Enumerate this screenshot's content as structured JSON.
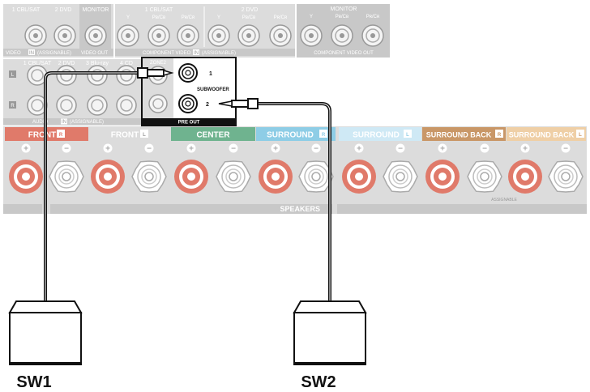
{
  "video_in": {
    "labels": [
      "1 CBL/SAT",
      "2 DVD"
    ],
    "monitor_label": "MONITOR",
    "footer_in": "VIDEO",
    "in_badge": "IN",
    "assignable": "(ASSIGNABLE)",
    "footer_out": "VIDEO OUT"
  },
  "component_in": {
    "groups": [
      "1 CBL/SAT",
      "2 DVD"
    ],
    "channels": [
      "Y",
      "Pʙ/Cʙ",
      "Pʀ/Cʀ"
    ],
    "footer": "COMPONENT VIDEO",
    "in_badge": "IN",
    "assignable": "(ASSIGNABLE)"
  },
  "component_monitor": {
    "title": "MONITOR",
    "channels": [
      "Y",
      "Pʙ/Cʙ",
      "Pʀ/Cʀ"
    ],
    "footer": "COMPONENT VIDEO OUT"
  },
  "audio_in": {
    "labels": [
      "1 CBL/SAT",
      "2 DVD",
      "3 Blu-ray",
      "4 CD"
    ],
    "left_badge": "L",
    "right_badge": "R",
    "footer": "AUDIO",
    "in_badge": "IN",
    "assignable": "(ASSIGNABLE)"
  },
  "pre_out": {
    "zone_label": "ZONE2",
    "sub1": "1",
    "sub2": "2",
    "subwoofer": "SUBWOOFER",
    "footer": "PRE OUT"
  },
  "speakers": {
    "channels": [
      {
        "label": "FRONT",
        "badge": "R",
        "color": "#e07a6a"
      },
      {
        "label": "FRONT",
        "badge": "L",
        "color": "#ffffff"
      },
      {
        "label": "CENTER",
        "badge": "",
        "color": "#6fb38f"
      },
      {
        "label": "SURROUND",
        "badge": "R",
        "color": "#8ecde6"
      },
      {
        "label": "SURROUND",
        "badge": "L",
        "color": "#cfe9f5"
      },
      {
        "label": "SURROUND BACK",
        "badge": "R",
        "color": "#c99767"
      },
      {
        "label": "SURROUND BACK",
        "badge": "L",
        "color": "#efcfa6"
      }
    ],
    "footer": "SPEAKERS",
    "assignable": "ASSIGNABLE",
    "plus": "+",
    "minus": "−"
  },
  "subwoofers": [
    {
      "label": "SW1"
    },
    {
      "label": "SW2"
    }
  ],
  "colors": {
    "panel": "#dcdcdc",
    "panel_dark": "#c8c8c8",
    "jack_red": "#e07a6a",
    "cable": "#111111"
  }
}
